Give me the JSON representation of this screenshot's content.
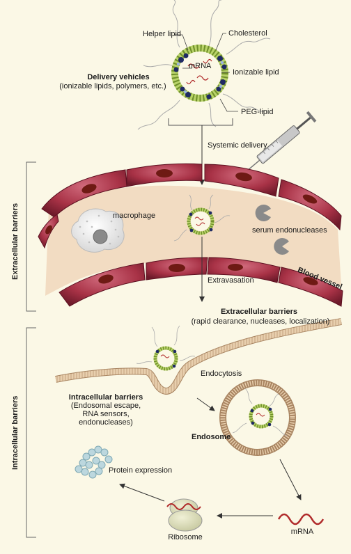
{
  "colors": {
    "background": "#fbf8e6",
    "vessel_lumen": "#f2dcc2",
    "cell": "#a83246",
    "nucleus": "#6e1a14",
    "lipid_green": "#a6c84a",
    "membrane": "#e2c6a4",
    "ionizable": "#1f2a63"
  },
  "top": {
    "helper_lipid": "Helper lipid",
    "cholesterol": "Cholesterol",
    "mrna": "mRNA",
    "ionizable_lipid": "Ionizable lipid",
    "peg_lipid": "PEG-lipid",
    "delivery_title": "Delivery vehicles",
    "delivery_sub": "(ionizable lipids, polymers, etc.)",
    "systemic": "Systemic delivery"
  },
  "vessel": {
    "macrophage": "macrophage",
    "serum_endonucleases": "serum endonucleases",
    "blood_vessel": "Blood vessel",
    "extravasation": "Extravasation",
    "extracellular_title": "Extracellular barriers",
    "extracellular_sub": "(rapid clearance, nucleases, localization)"
  },
  "cell_section": {
    "endocytosis": "Endocytosis",
    "intracellular_title": "Intracellular barriers",
    "intracellular_sub": [
      "(Endosomal escape,",
      "RNA sensors,",
      "endonucleases)"
    ],
    "endosome": "Endosome",
    "protein_expression": "Protein expression",
    "ribosome": "Ribosome",
    "mrna": "mRNA"
  },
  "side_labels": {
    "extracellular": "Extracellular barriers",
    "intracellular": "Intracellular barriers"
  },
  "icons": [
    "syringe-icon",
    "lipid-nanoparticle-icon",
    "macrophage-icon",
    "endonuclease-icon",
    "ribosome-icon",
    "protein-icon",
    "mrna-strand-icon"
  ]
}
